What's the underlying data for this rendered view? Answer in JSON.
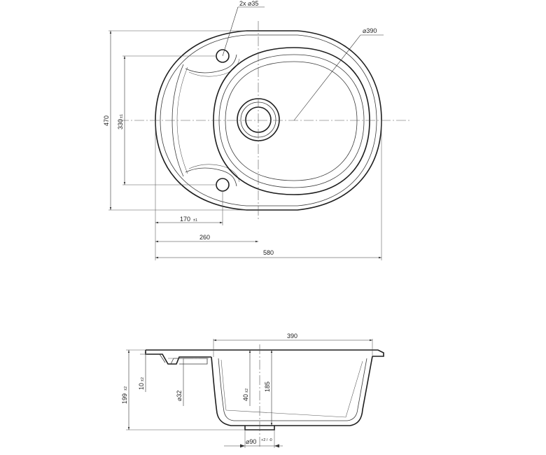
{
  "plan_view": {
    "dimensions": {
      "holes": "2x ⌀35",
      "bowl_diameter": "⌀390",
      "depth_overall": "470",
      "hole_spacing": "330",
      "hole_spacing_tol": "±1",
      "bowl_offset": "170",
      "bowl_offset_tol": "±1",
      "half_width": "260",
      "total_width": "580"
    }
  },
  "section_view": {
    "dimensions": {
      "bowl_width": "390",
      "total_height": "199",
      "total_height_tol": "±2",
      "rim_thickness": "10",
      "rim_thickness_tol": "±2",
      "overflow": "⌀32",
      "overflow_depth": "40",
      "overflow_depth_tol": "±2",
      "bowl_depth": "185",
      "drain": "⌀90",
      "drain_tol": "+2 / -0"
    }
  }
}
